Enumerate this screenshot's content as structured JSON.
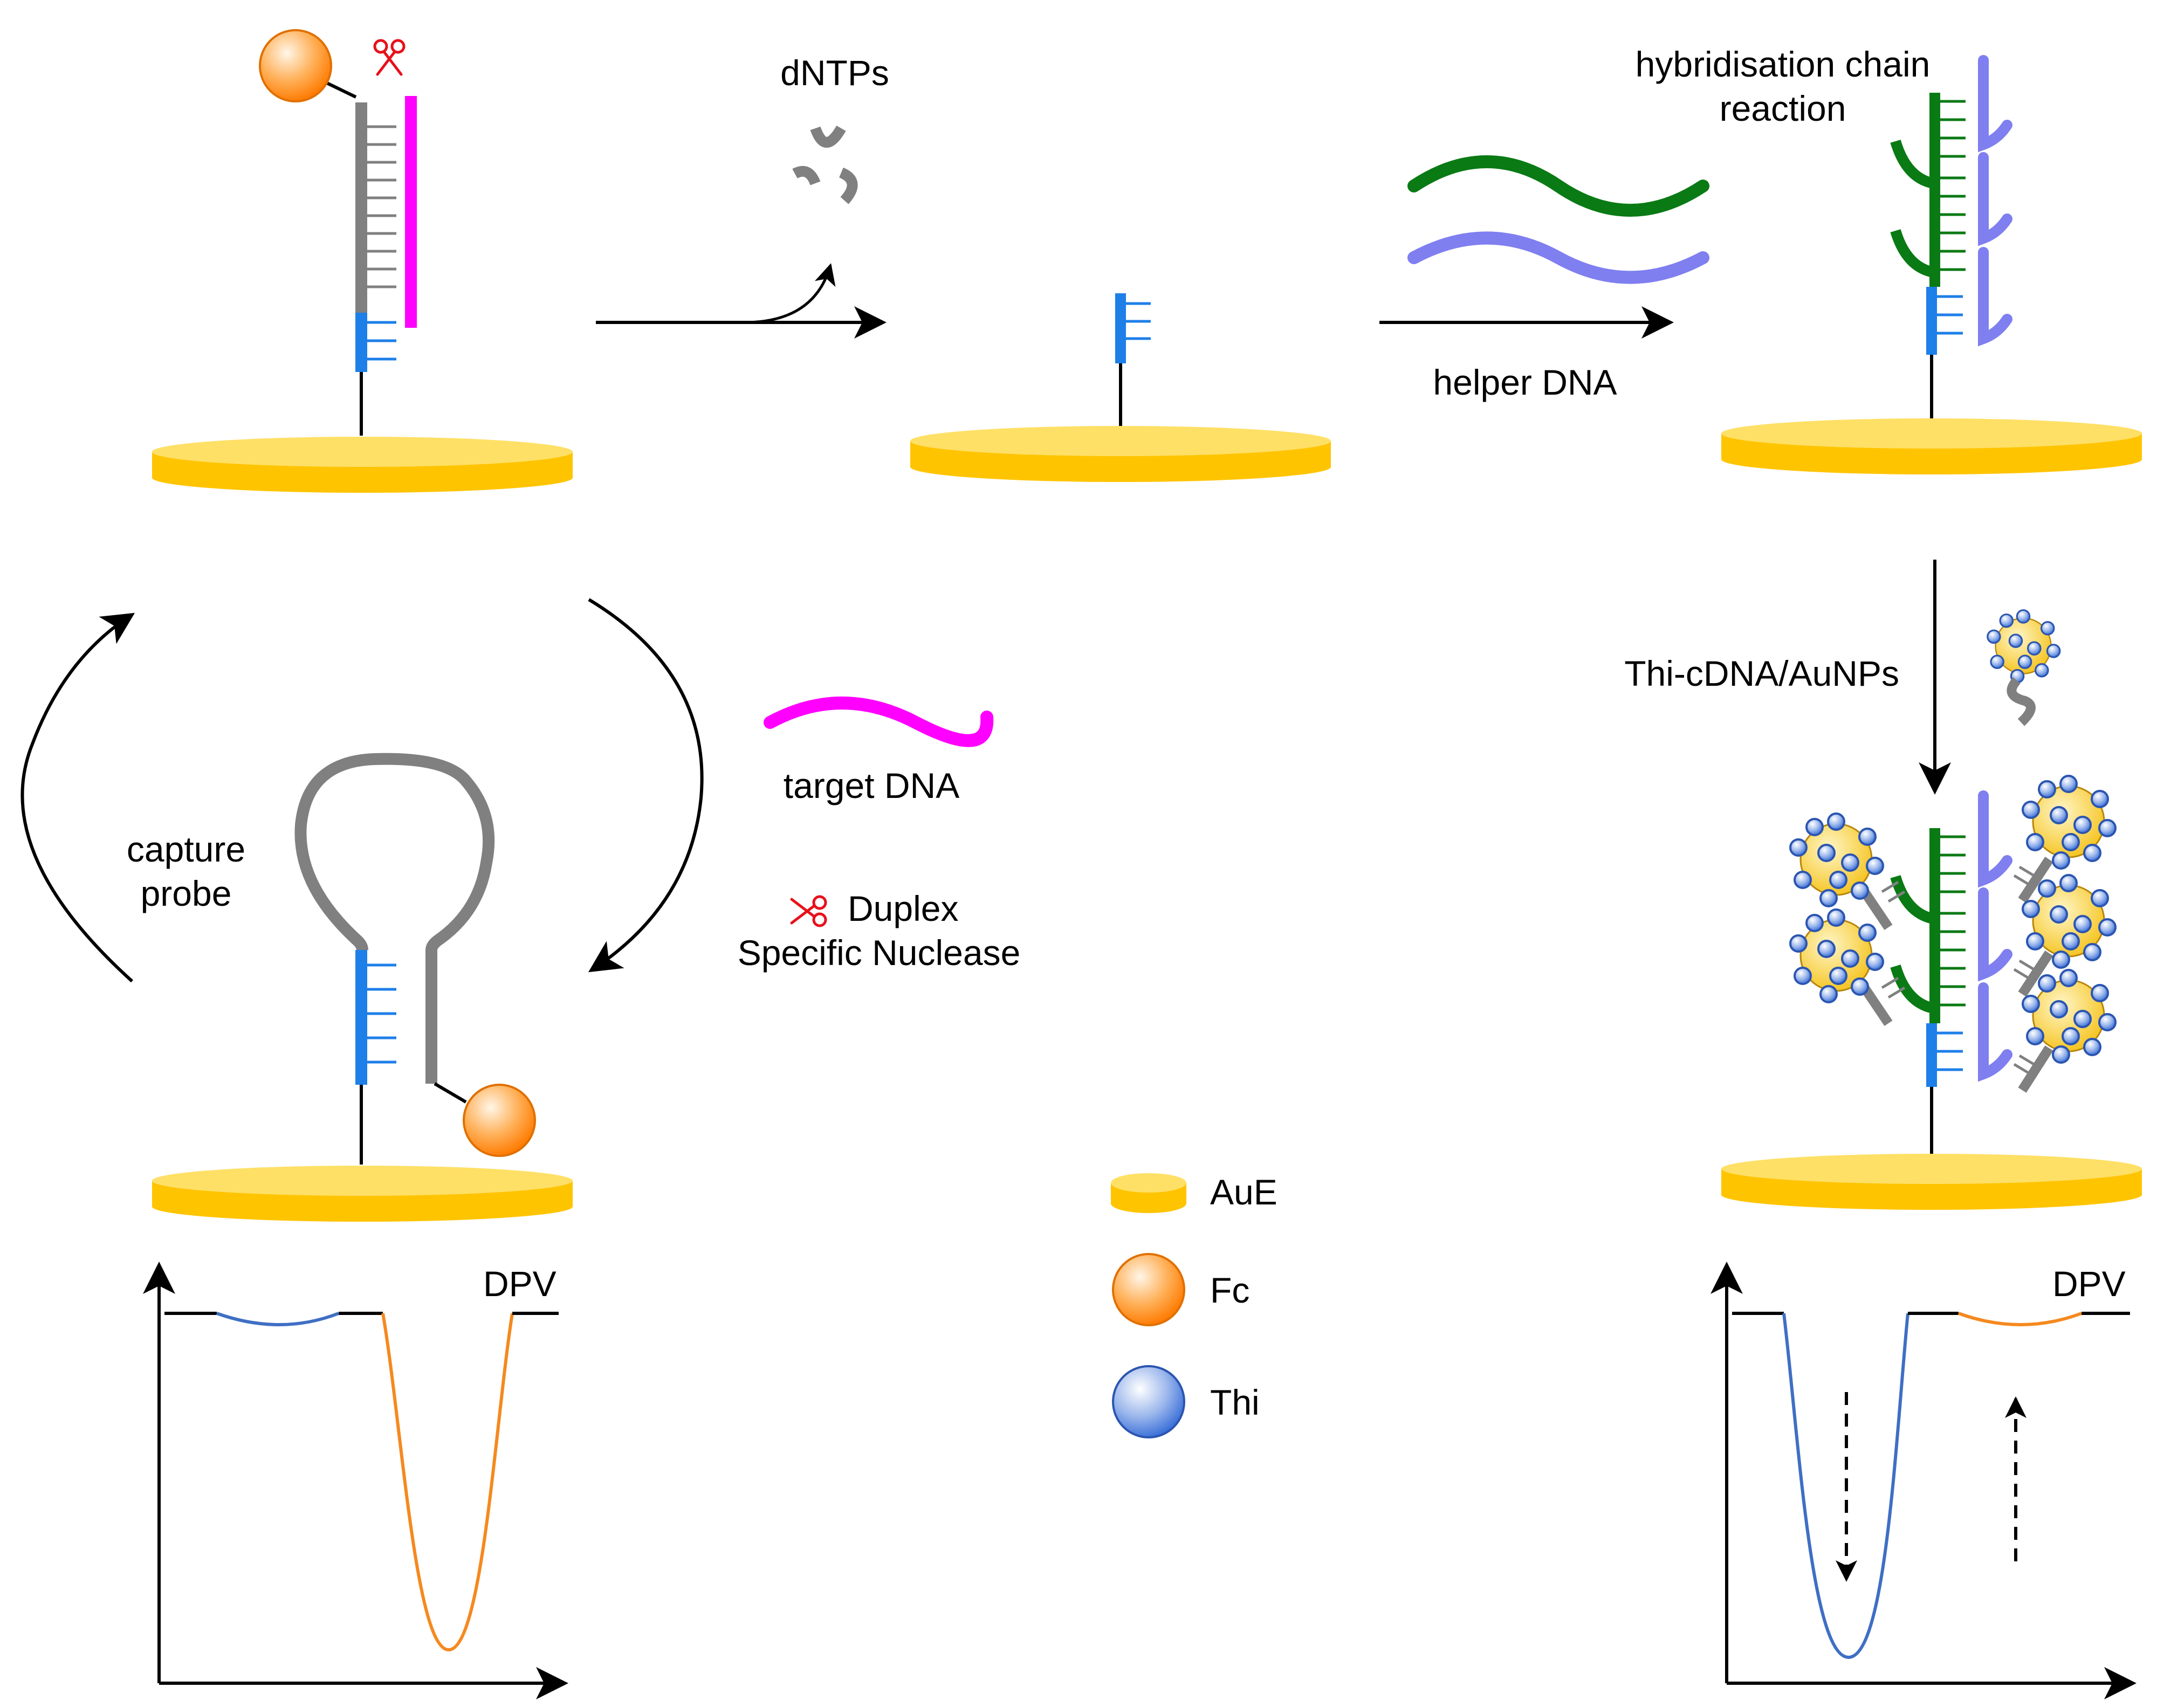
{
  "labels": {
    "dntps": "dNTPs",
    "hcr_line1": "hybridisation chain",
    "hcr_line2": "reaction",
    "helper_dna": "helper DNA",
    "thi_cdna": "Thi-cDNA/AuNPs",
    "target_dna": "target DNA",
    "capture_line1": "capture",
    "capture_line2": "probe",
    "dsn_line1": "Duplex",
    "dsn_line2": "Specific Nuclease",
    "dpv_left": "DPV",
    "dpv_right": "DPV"
  },
  "legend": {
    "aue": "AuE",
    "fc": "Fc",
    "thi": "Thi"
  },
  "colors": {
    "gold_top": "#FFE066",
    "gold_side": "#FFC400",
    "probe_gray": "#808080",
    "probe_blue": "#1E7FE8",
    "target_magenta": "#FF00FF",
    "helper_green": "#0A7A14",
    "helper_violet": "#7F7FF0",
    "scissors_red": "#E8101A",
    "fc_orange": "#FF8000",
    "thi_blue": "#3A6FD8",
    "curve_blue": "#3F6FC4",
    "curve_orange": "#F5891F"
  }
}
